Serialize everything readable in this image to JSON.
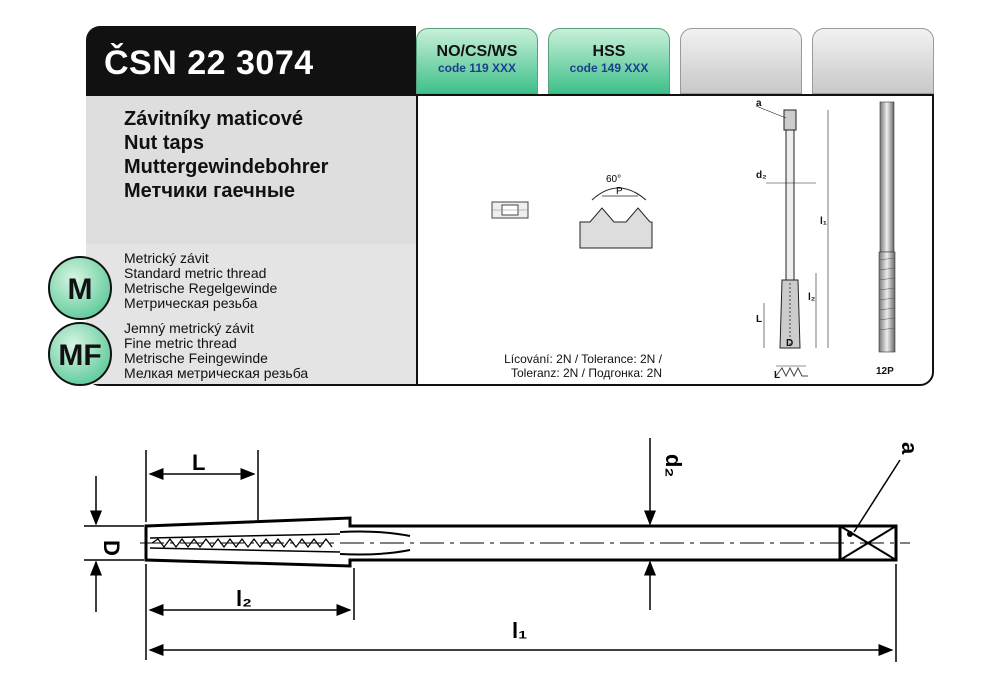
{
  "header": {
    "title": "ČSN 22 3074",
    "tabs": [
      {
        "name": "NO/CS/WS",
        "code": "code 119 XXX",
        "color": "#3fc08a"
      },
      {
        "name": "HSS",
        "code": "code 149 XXX",
        "color": "#3fc08a"
      },
      {
        "name": "",
        "code": ""
      },
      {
        "name": "",
        "code": ""
      }
    ]
  },
  "product_names": [
    "Závitníky maticové",
    "Nut taps",
    "Muttergewindebohrer",
    "Метчики гаечные"
  ],
  "thread_types": [
    {
      "badge": "M",
      "lines": [
        "Metrický závit",
        "Standard metric thread",
        "Metrische Regelgewinde",
        "Метрическая резьба"
      ]
    },
    {
      "badge": "MF",
      "lines": [
        "Jemný metrický závit",
        "Fine metric thread",
        "Metrische Feingewinde",
        "Мелкая метрическая резьба"
      ]
    }
  ],
  "profile": {
    "angle": "60°",
    "pitch": "P"
  },
  "tolerance": {
    "line1": "Lícování: 2N / Tolerance: 2N /",
    "line2": "Toleranz: 2N / Подгонка: 2N"
  },
  "small_labels": {
    "a": "a",
    "d2": "d₂",
    "l1": "l₁",
    "l2": "l₂",
    "L": "L",
    "D": "D",
    "L_bottom": "L",
    "chamfer_code": "12P"
  },
  "drawing_labels": {
    "L": "L",
    "D": "D",
    "l2": "l₂",
    "l1": "l₁",
    "d2": "d₂",
    "a": "a"
  },
  "colors": {
    "accent_green": "#3fc08a",
    "code_blue": "#1b3f8f"
  }
}
